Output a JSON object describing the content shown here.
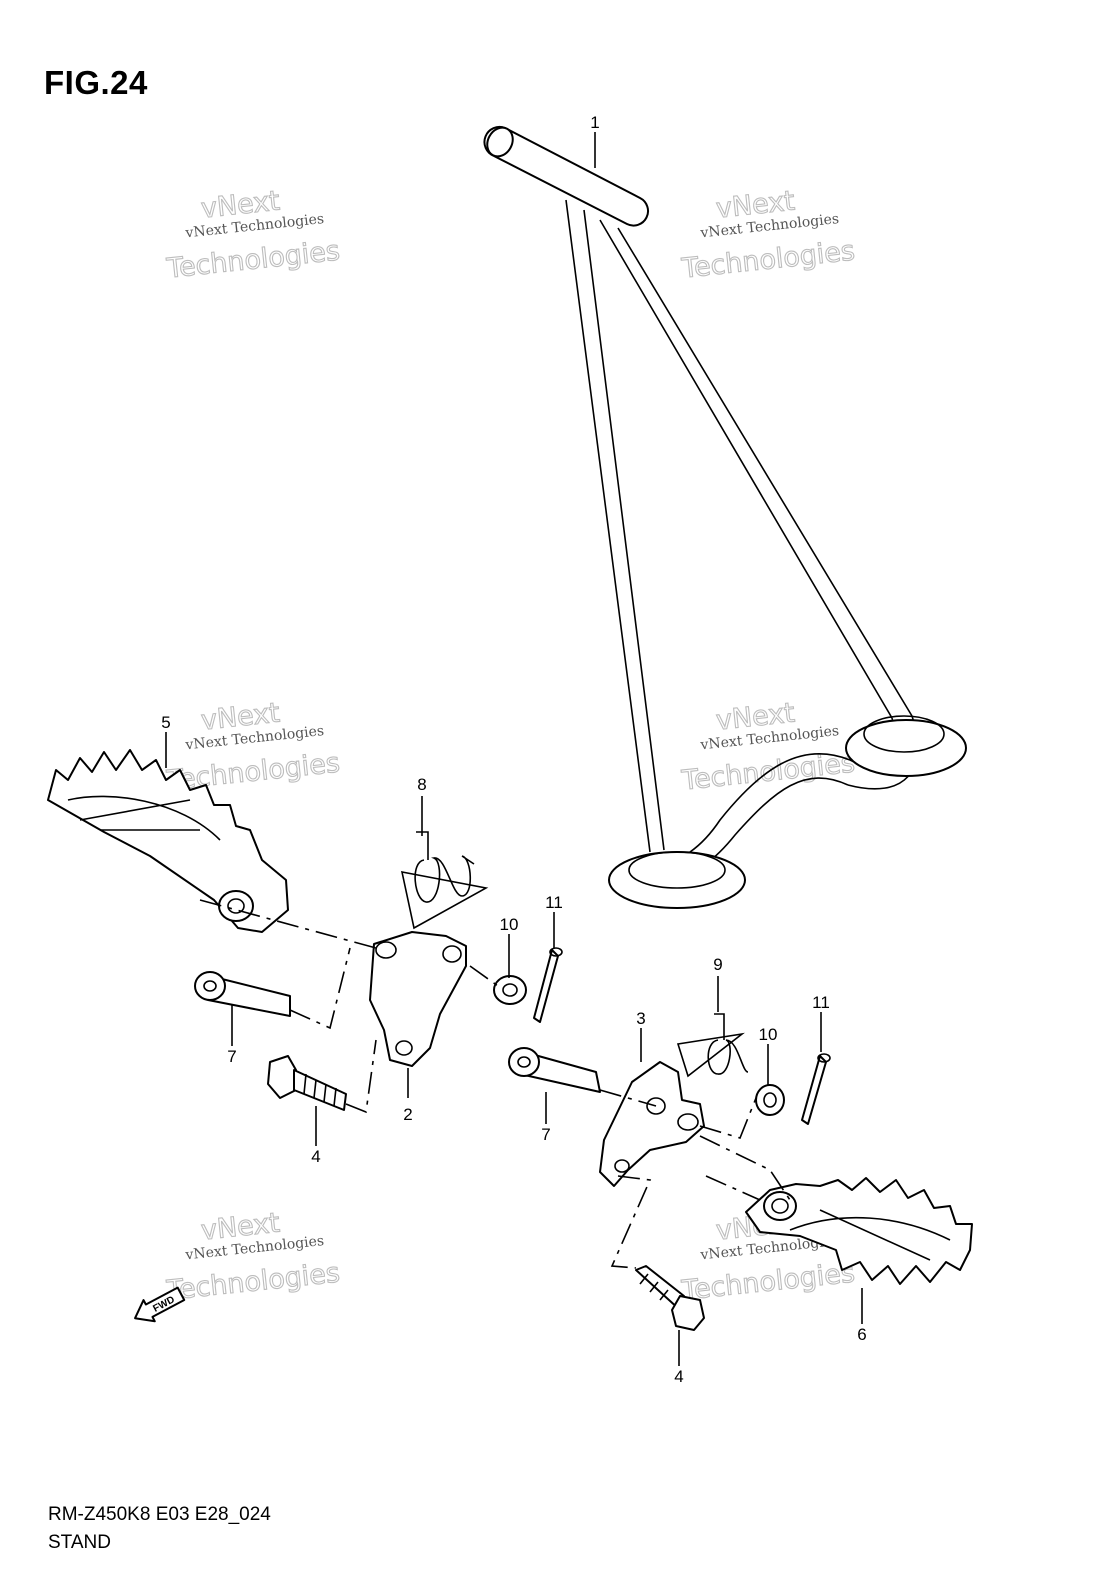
{
  "figure": {
    "title": "FIG.24",
    "model_code": "RM-Z450K8 E03 E28_024",
    "section": "STAND"
  },
  "watermark": {
    "line_small": "vNext Technologies",
    "line_big_a": "vNext",
    "line_big_b": "Technologies"
  },
  "direction_label": "FWD",
  "callouts": [
    {
      "id": "c1",
      "label": "1"
    },
    {
      "id": "c2",
      "label": "2"
    },
    {
      "id": "c3",
      "label": "3"
    },
    {
      "id": "c4a",
      "label": "4"
    },
    {
      "id": "c4b",
      "label": "4"
    },
    {
      "id": "c5",
      "label": "5"
    },
    {
      "id": "c6",
      "label": "6"
    },
    {
      "id": "c7a",
      "label": "7"
    },
    {
      "id": "c7b",
      "label": "7"
    },
    {
      "id": "c8",
      "label": "8"
    },
    {
      "id": "c9",
      "label": "9"
    },
    {
      "id": "c10a",
      "label": "10"
    },
    {
      "id": "c10b",
      "label": "10"
    },
    {
      "id": "c11a",
      "label": "11"
    },
    {
      "id": "c11b",
      "label": "11"
    }
  ]
}
